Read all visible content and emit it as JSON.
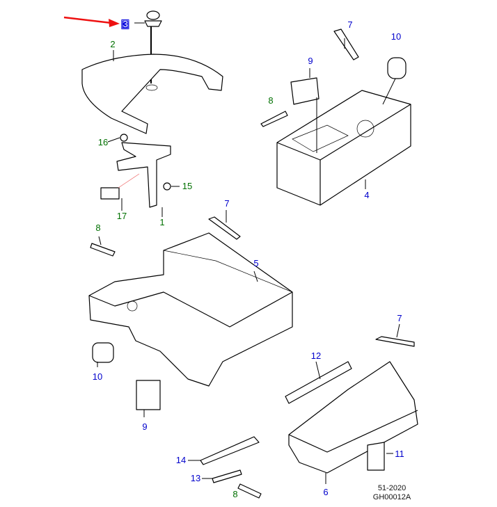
{
  "diagram": {
    "callouts": [
      {
        "id": "c3",
        "label": "3",
        "color": "#0000dd",
        "highlighted": true
      },
      {
        "id": "c2",
        "label": "2",
        "color": "#007000"
      },
      {
        "id": "c16",
        "label": "16",
        "color": "#007000"
      },
      {
        "id": "c15",
        "label": "15",
        "color": "#007000"
      },
      {
        "id": "c17",
        "label": "17",
        "color": "#007000"
      },
      {
        "id": "c1",
        "label": "1",
        "color": "#007000"
      },
      {
        "id": "c7a",
        "label": "7",
        "color": "#0000cc"
      },
      {
        "id": "c10a",
        "label": "10",
        "color": "#0000cc"
      },
      {
        "id": "c9a",
        "label": "9",
        "color": "#0000cc"
      },
      {
        "id": "c8a",
        "label": "8",
        "color": "#007000"
      },
      {
        "id": "c4",
        "label": "4",
        "color": "#0000cc"
      },
      {
        "id": "c7b",
        "label": "7",
        "color": "#0000cc"
      },
      {
        "id": "c8b",
        "label": "8",
        "color": "#007000"
      },
      {
        "id": "c5",
        "label": "5",
        "color": "#0000cc"
      },
      {
        "id": "c10b",
        "label": "10",
        "color": "#0000cc"
      },
      {
        "id": "c9b",
        "label": "9",
        "color": "#0000cc"
      },
      {
        "id": "c7c",
        "label": "7",
        "color": "#0000cc"
      },
      {
        "id": "c12",
        "label": "12",
        "color": "#0000cc"
      },
      {
        "id": "c11",
        "label": "11",
        "color": "#0000cc"
      },
      {
        "id": "c14",
        "label": "14",
        "color": "#0000cc"
      },
      {
        "id": "c13",
        "label": "13",
        "color": "#0000cc"
      },
      {
        "id": "c8c",
        "label": "8",
        "color": "#007000"
      },
      {
        "id": "c6",
        "label": "6",
        "color": "#0000cc"
      }
    ],
    "pointer_arrow_color": "#ee1111",
    "footer": {
      "ref": "51-2020",
      "code": "GH00012A"
    }
  }
}
